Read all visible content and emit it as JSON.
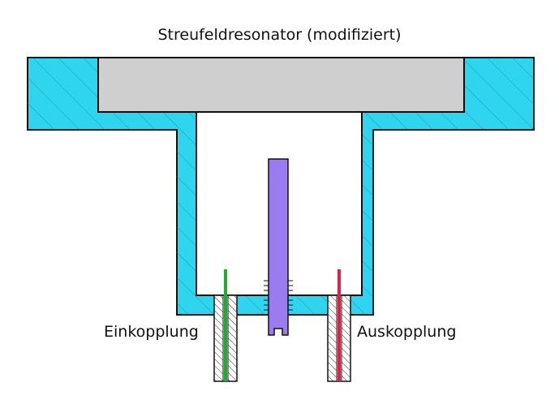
{
  "title": "Streufeldresonator (modifiziert)",
  "labels": {
    "input_coupling": "Einkopplung",
    "output_coupling": "Auskopplung"
  },
  "colors": {
    "housing": "#2fd5ef",
    "lid": "#cfcfcf",
    "cavity": "#ffffff",
    "tuning_rod": "#9a7cf0",
    "input_pin": "#22aa33",
    "output_pin": "#e0204a",
    "outline": "#111111"
  }
}
